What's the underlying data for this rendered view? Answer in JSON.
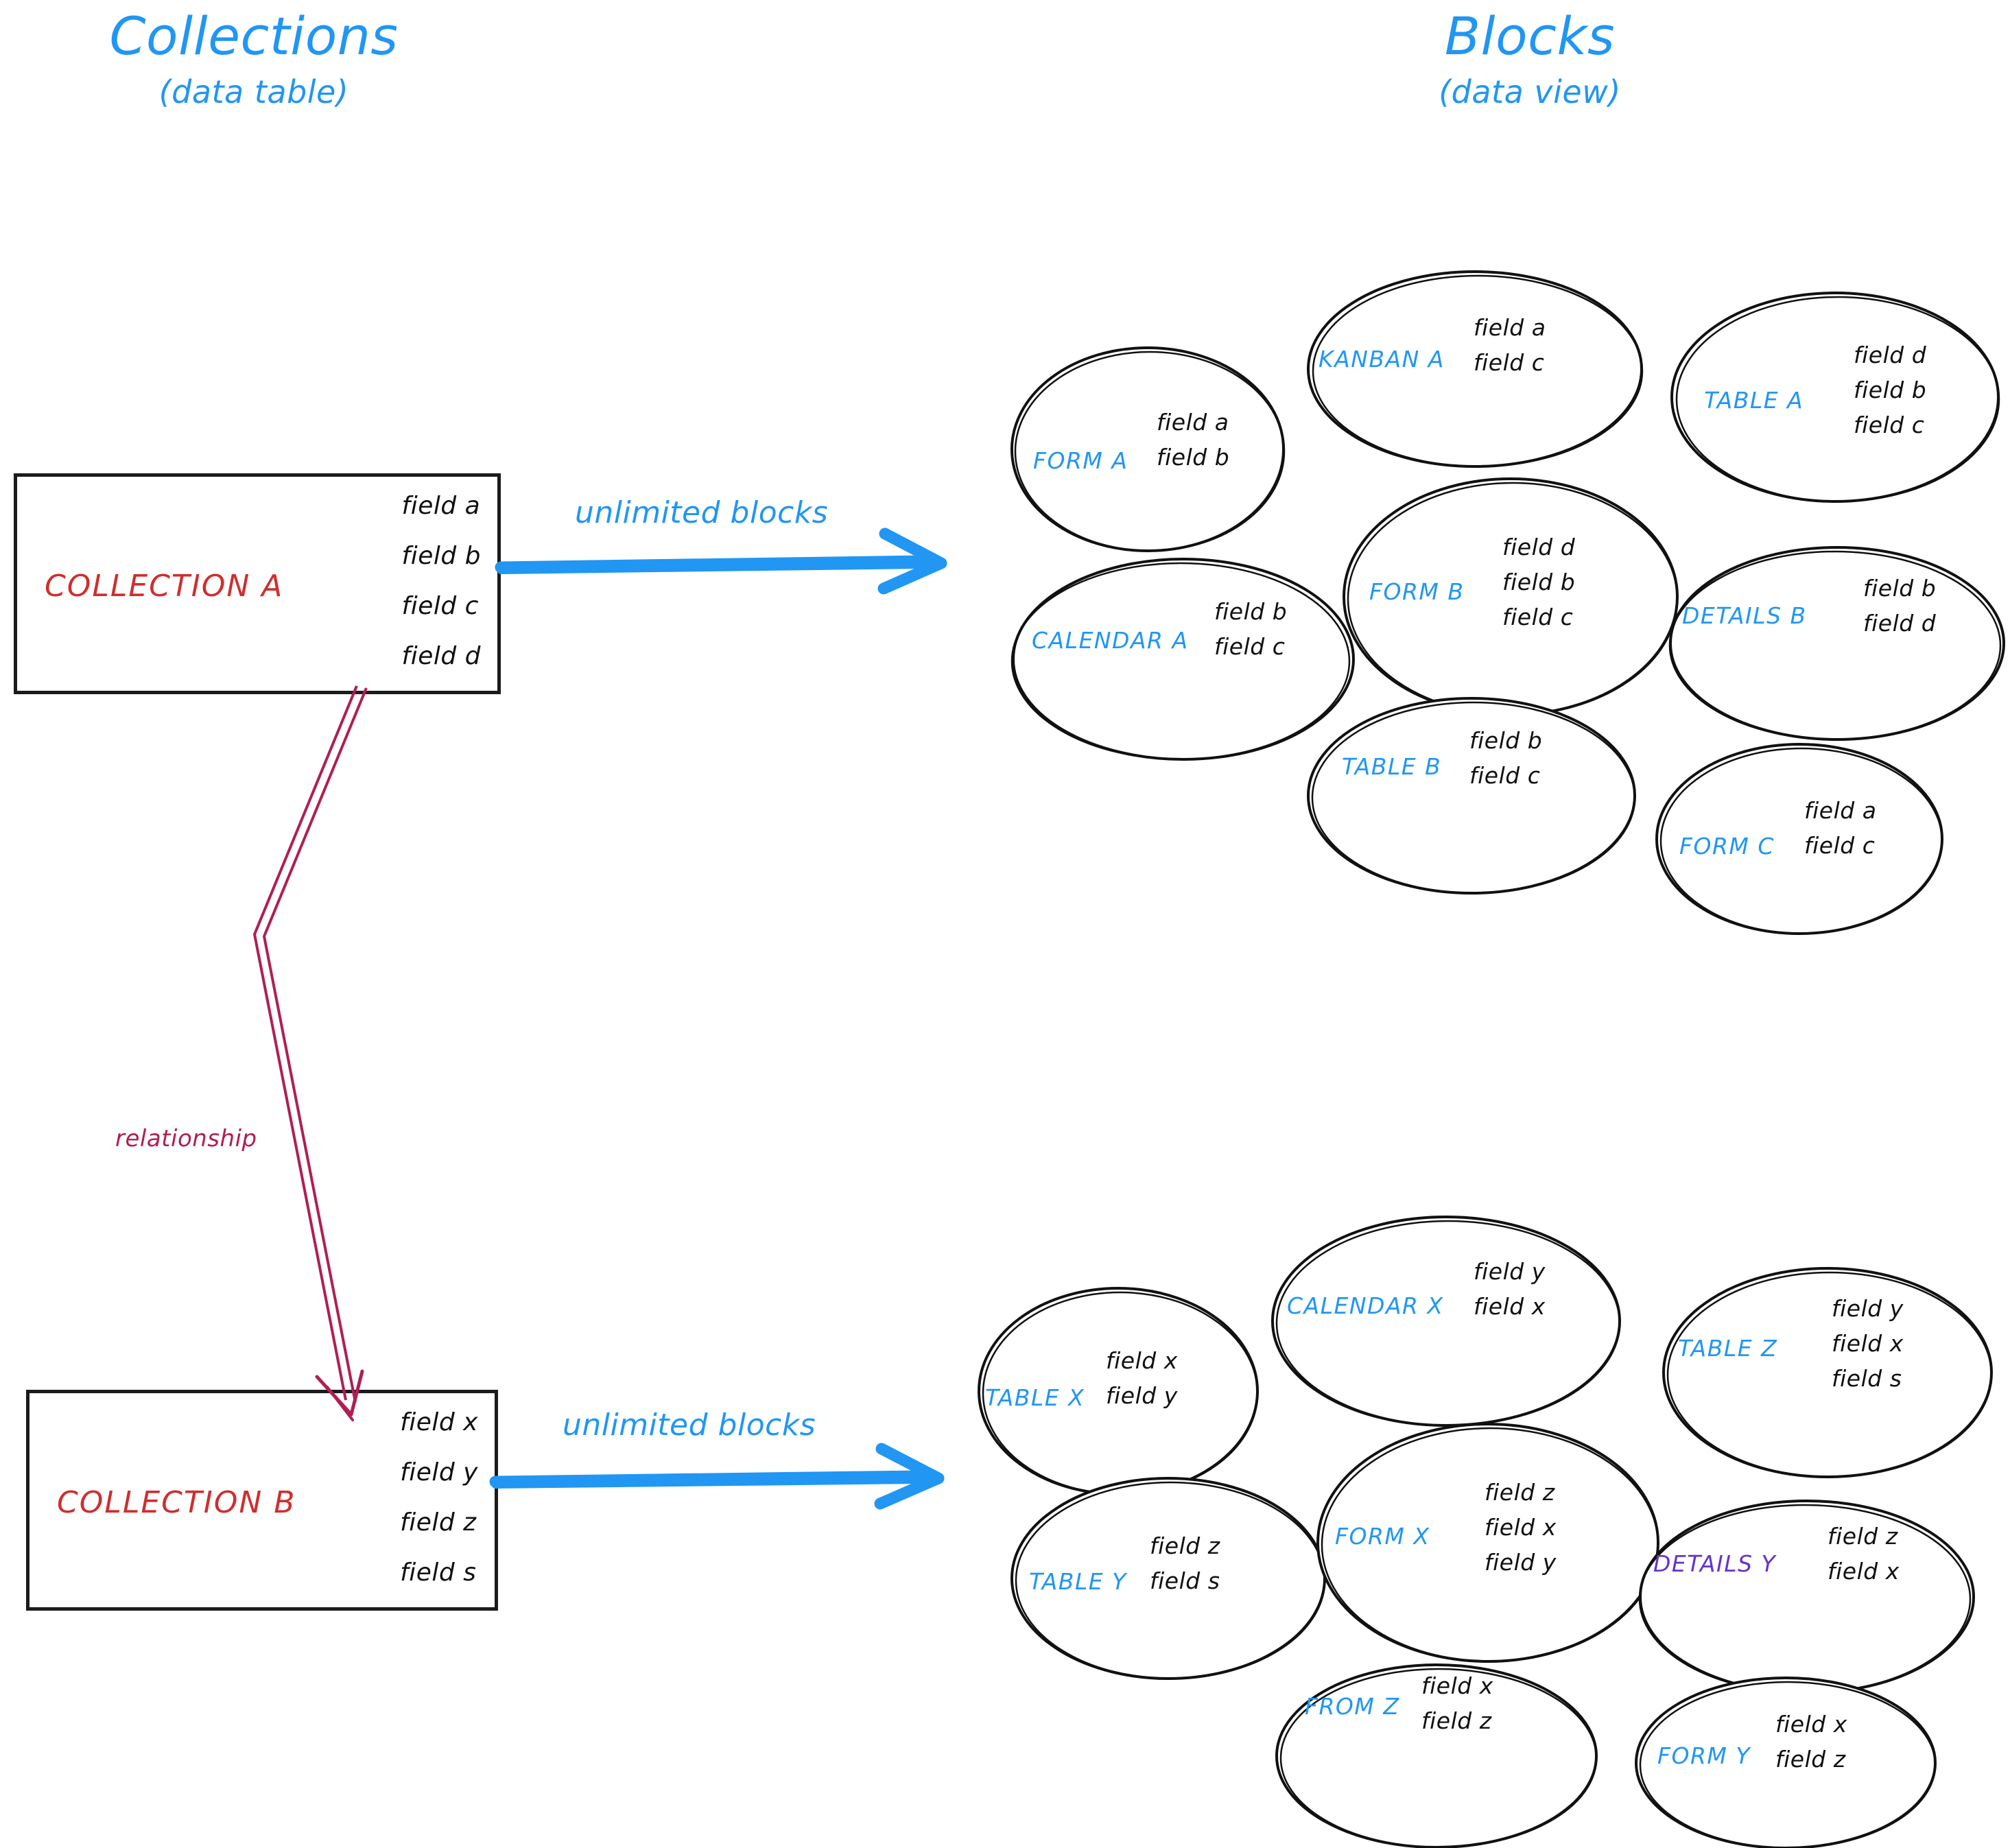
{
  "columns": {
    "left": {
      "title": "Collections",
      "subtitle": "(data table)"
    },
    "right": {
      "title": "Blocks",
      "subtitle": "(data view)"
    }
  },
  "colors": {
    "title_blue": "#2196f3",
    "collection_red": "#cf2e2e",
    "relationship_crimson": "#b01e54",
    "block_label_blue": "#2196f3",
    "details_y_purple": "#6633cc",
    "field_black": "#111111",
    "box_border": "#1b1b1b",
    "arrow_blue": "#2196f3"
  },
  "collections": [
    {
      "name": "COLLECTION A",
      "fields": [
        "field a",
        "field b",
        "field c",
        "field d"
      ],
      "arrow_label": "unlimited blocks"
    },
    {
      "name": "COLLECTION B",
      "fields": [
        "field x",
        "field y",
        "field z",
        "field s"
      ],
      "arrow_label": "unlimited blocks"
    }
  ],
  "relationship": {
    "label": "relationship"
  },
  "blocks_group_a": [
    {
      "label": "FORM A",
      "fields": [
        "field a",
        "field b"
      ]
    },
    {
      "label": "KANBAN A",
      "fields": [
        "field a",
        "field c"
      ]
    },
    {
      "label": "TABLE A",
      "fields": [
        "field d",
        "field b",
        "field c"
      ]
    },
    {
      "label": "CALENDAR A",
      "fields": [
        "field b",
        "field c"
      ]
    },
    {
      "label": "FORM B",
      "fields": [
        "field d",
        "field b",
        "field c"
      ]
    },
    {
      "label": "DETAILS B",
      "fields": [
        "field b",
        "field d"
      ]
    },
    {
      "label": "TABLE B",
      "fields": [
        "field b",
        "field c"
      ]
    },
    {
      "label": "FORM C",
      "fields": [
        "field a",
        "field c"
      ]
    }
  ],
  "blocks_group_b": [
    {
      "label": "TABLE X",
      "fields": [
        "field x",
        "field y"
      ]
    },
    {
      "label": "CALENDAR X",
      "fields": [
        "field y",
        "field x"
      ]
    },
    {
      "label": "TABLE Z",
      "fields": [
        "field y",
        "field x",
        "field s"
      ]
    },
    {
      "label": "TABLE Y",
      "fields": [
        "field z",
        "field s"
      ]
    },
    {
      "label": "FORM X",
      "fields": [
        "field z",
        "field x",
        "field y"
      ]
    },
    {
      "label": "DETAILS Y",
      "fields": [
        "field z",
        "field x"
      ]
    },
    {
      "label": "FROM Z",
      "fields": [
        "field x",
        "field z"
      ]
    },
    {
      "label": "FORM Y",
      "fields": [
        "field x",
        "field z"
      ]
    }
  ]
}
